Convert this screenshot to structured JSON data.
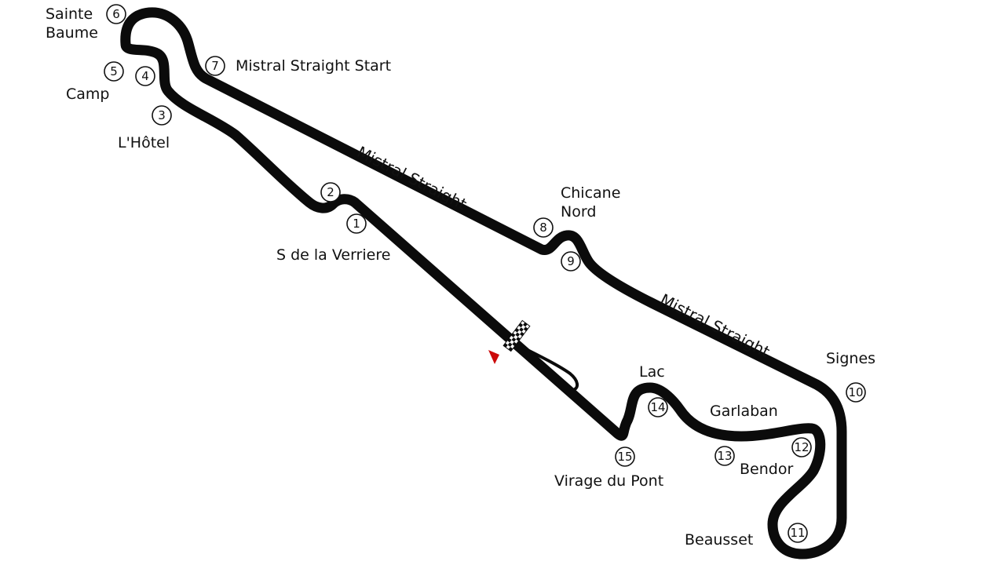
{
  "track": {
    "colors": {
      "track": "#0b0b0b",
      "background": "#ffffff",
      "start_marker": "#cc0a0a"
    },
    "icons": {
      "start_finish": "checkered-flag-icon",
      "direction": "direction-arrow-icon"
    },
    "corners": [
      {
        "number": "1",
        "name": "S de la Verriere"
      },
      {
        "number": "2",
        "name": ""
      },
      {
        "number": "3",
        "name": "L'Hôtel"
      },
      {
        "number": "4",
        "name": ""
      },
      {
        "number": "5",
        "name": "Camp"
      },
      {
        "number": "6",
        "name": "Sainte Baume"
      },
      {
        "number": "7",
        "name": "Mistral Straight Start"
      },
      {
        "number": "8",
        "name": "Chicane Nord"
      },
      {
        "number": "9",
        "name": ""
      },
      {
        "number": "10",
        "name": "Signes"
      },
      {
        "number": "11",
        "name": "Beausset"
      },
      {
        "number": "12",
        "name": ""
      },
      {
        "number": "13",
        "name": "Bendor"
      },
      {
        "number": "14",
        "name": "Lac"
      },
      {
        "number": "15",
        "name": "Virage du Pont"
      }
    ],
    "extra_labels": {
      "garlaban": "Garlaban",
      "mistral_straight_1": "Mistral Straight",
      "mistral_straight_2": "Mistral Straight"
    }
  }
}
